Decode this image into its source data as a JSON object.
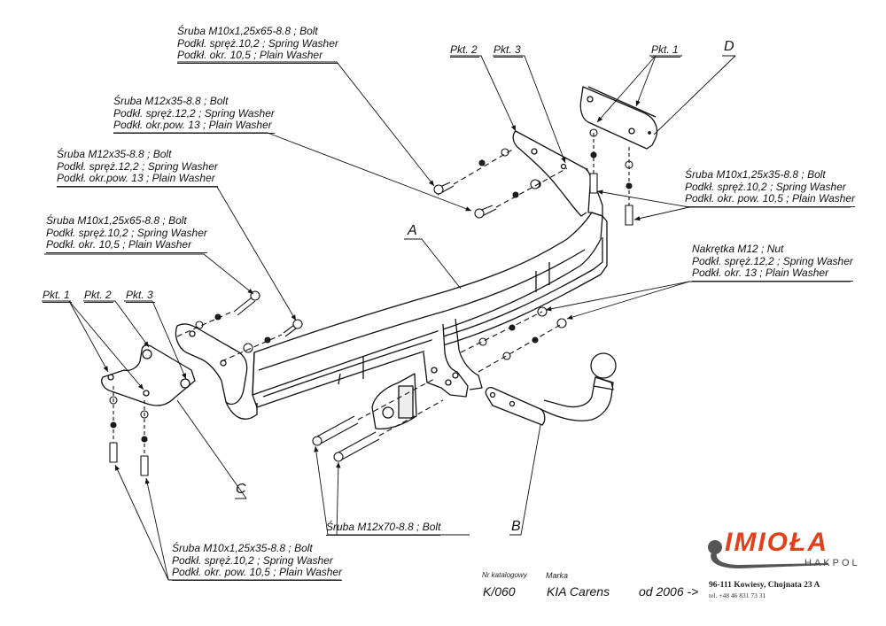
{
  "drawing": {
    "title": "Tow bar assembly drawing",
    "part_labels": {
      "A": "A",
      "B": "B",
      "C": "C",
      "D": "D"
    },
    "points": {
      "top": {
        "pkt2": "Pkt. 2",
        "pkt3": "Pkt. 3",
        "pkt1": "Pkt. 1"
      },
      "left": {
        "pkt1": "Pkt. 1",
        "pkt2": "Pkt. 2",
        "pkt3": "Pkt. 3"
      }
    },
    "callouts": [
      {
        "id": "top-bolt-m10x65",
        "lines": [
          "Śruba M10x1,25x65-8.8 ;  Bolt",
          "Podkł. spręż.10,2 ; Spring Washer",
          "Podkł. okr. 10,5 ; Plain Washer"
        ]
      },
      {
        "id": "upper-bolt-m12x35",
        "lines": [
          "Śruba M12x35-8.8 ;  Bolt",
          "Podkł. spręż.12,2 ; Spring Washer",
          "Podkł. okr.pow. 13 ; Plain Washer"
        ]
      },
      {
        "id": "left-bolt-m12x35",
        "lines": [
          "Śruba M12x35-8.8 ;  Bolt",
          "Podkł. spręż.12,2 ; Spring Washer",
          "Podkł. okr.pow. 13 ; Plain Washer"
        ]
      },
      {
        "id": "left-bolt-m10x65",
        "lines": [
          "Śruba M10x1,25x65-8.8 ;  Bolt",
          "Podkł. spręż.10,2 ; Spring Washer",
          "Podkł. okr. 10,5 ; Plain Washer"
        ]
      },
      {
        "id": "right-bolt-m10x35",
        "lines": [
          "Śruba M10x1,25x35-8.8 ;  Bolt",
          "Podkł. spręż.10,2 ; Spring Washer",
          "Podkł. okr. pow. 10,5 ; Plain Washer"
        ]
      },
      {
        "id": "right-nut-m12",
        "lines": [
          "Nakrętka  M12 ; Nut",
          "Podkł. spręż.12,2 ; Spring Washer",
          "Podkł. okr. 13 ; Plain Washer"
        ]
      },
      {
        "id": "bottom-bolt-m10x35",
        "lines": [
          "Śruba M10x1,25x35-8.8 ;  Bolt",
          "Podkł. spręż.10,2 ; Spring Washer",
          "Podkł. okr. pow. 10,5 ; Plain Washer"
        ]
      },
      {
        "id": "bottom-bolt-m12x70",
        "lines": [
          "Śruba M12x70-8.8 ;  Bolt"
        ]
      }
    ]
  },
  "title_block": {
    "catalog_label": "Nr katalogowy",
    "catalog_value": "K/060",
    "brand_label": "Marka",
    "brand_value": "KIA Carens",
    "year_value": "od  2006 ->"
  },
  "logo": {
    "name": "IMIOŁA",
    "sub": "HAKPOL",
    "address": "96-111 Kowiesy, Chojnata 23 A",
    "phone": "tel. +48 46 831 73 31",
    "accent_color": "#e0401a",
    "swoosh_color": "#555555"
  }
}
